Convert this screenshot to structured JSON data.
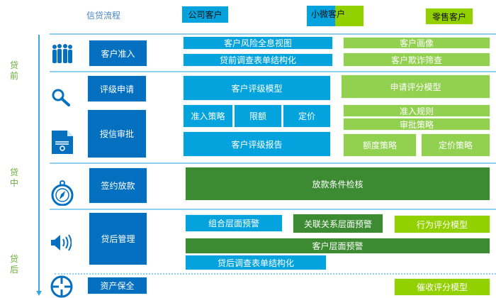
{
  "header": {
    "process": "信贷流程",
    "corporate": "公司客户",
    "small_micro": "小微客户",
    "retail": "零售客户"
  },
  "stages": {
    "pre": [
      "贷",
      "前"
    ],
    "mid": [
      "贷",
      "中"
    ],
    "post": [
      "贷",
      "后"
    ]
  },
  "steps": [
    "客户准入",
    "评级申请",
    "授信审批",
    "签约放款",
    "贷后管理",
    "资产保全"
  ],
  "corporate_items": {
    "risk_view": "客户风险全息视图",
    "pre_survey": "贷前调查表单结构化",
    "rating_model": "客户评级模型",
    "access_policy": "准入策略",
    "limit": "限额",
    "pricing": "定价",
    "rating_report": "客户评级报告",
    "combo_warning": "组合层面预警",
    "post_survey": "贷后调查表单结构化"
  },
  "retail_items": {
    "profile": "客户画像",
    "fraud": "客户欺诈筛查",
    "app_score": "申请评分模型",
    "access_rules": "准入规则",
    "approval_policy": "审批策略",
    "limit_policy": "额度策略",
    "pricing_policy": "定价策略",
    "behavior_score": "行为评分模型",
    "collection_score": "催收评分模型"
  },
  "shared_items": {
    "disbursement_check": "放款条件检核",
    "relation_warning": "关联关系层面预警",
    "customer_warning": "客户层面预警"
  },
  "colors": {
    "light_blue": "#04a3de",
    "dark_blue": "#0570bf",
    "light_green": "#92d050",
    "dark_green": "#3c8b32",
    "lime": "#92d000"
  }
}
